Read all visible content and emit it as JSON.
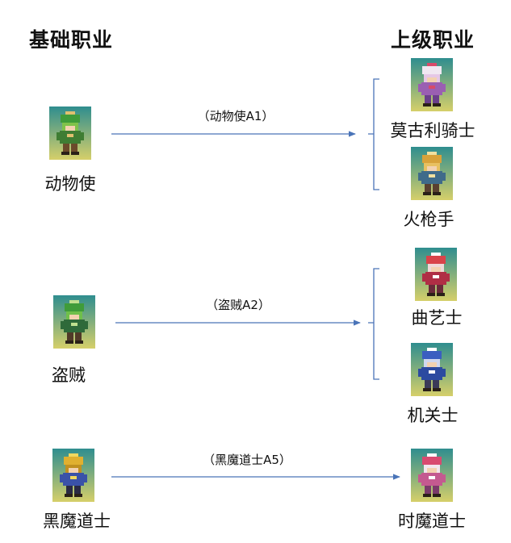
{
  "headings": {
    "base": "基础职业",
    "advanced": "上级职业"
  },
  "colors": {
    "arrow": "#4a74b8",
    "bracket": "#4a74b8",
    "sprite_bg_top": "#2f8d8f",
    "sprite_bg_bottom": "#d6cf6a"
  },
  "rows": [
    {
      "base": {
        "name": "动物使",
        "icon": "beastmaster-sprite-icon"
      },
      "arrow_label": "（动物使A1）",
      "advanced": [
        {
          "name": "莫古利骑士",
          "icon": "moogle-knight-sprite-icon"
        },
        {
          "name": "火枪手",
          "icon": "fusilier-sprite-icon"
        }
      ]
    },
    {
      "base": {
        "name": "盗贼",
        "icon": "thief-sprite-icon"
      },
      "arrow_label": "（盗贼A2）",
      "advanced": [
        {
          "name": "曲艺士",
          "icon": "juggler-sprite-icon"
        },
        {
          "name": "机关士",
          "icon": "chemist-sprite-icon"
        }
      ]
    },
    {
      "base": {
        "name": "黑魔道士",
        "icon": "black-mage-sprite-icon"
      },
      "arrow_label": "（黑魔道士A5）",
      "advanced": [
        {
          "name": "时魔道士",
          "icon": "time-mage-sprite-icon"
        }
      ]
    }
  ]
}
